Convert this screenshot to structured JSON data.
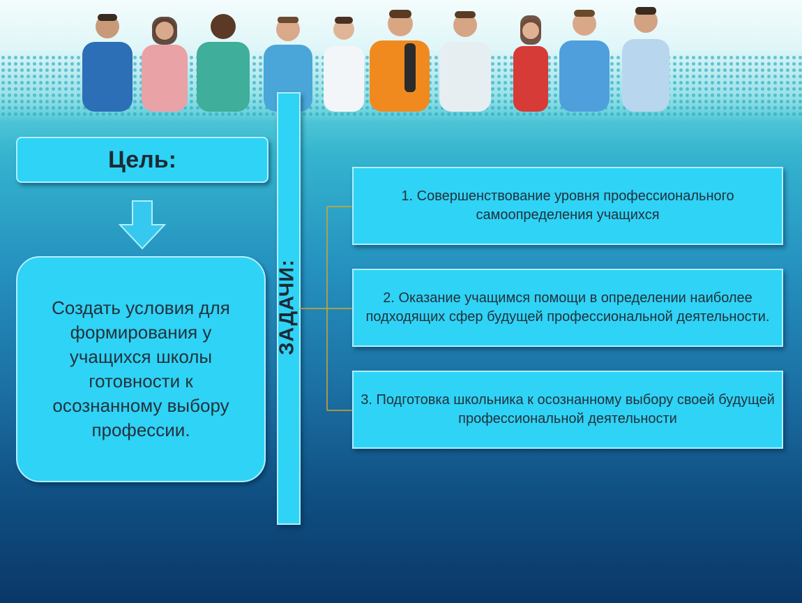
{
  "goal": {
    "title": "Цель:",
    "text": "Создать условия для формирования у учащихся школы готовности к осознанному выбору профессии."
  },
  "tasks_label": "ЗАДАЧИ:",
  "tasks": [
    "1. Совершенствование уровня профессионального самоопределения  учащихся",
    "2. Оказание учащимся помощи в определении наиболее подходящих сфер будущей профессиональной деятельности.",
    "3. Подготовка школьника к осознанному выбору своей будущей профессиональной деятельности"
  ],
  "colors": {
    "box_fill": "#2fd3f6",
    "box_border": "#aef0ff",
    "connector": "#d6a52a",
    "arrow": "#36c8ee"
  },
  "header_image": "group-of-students-photo"
}
